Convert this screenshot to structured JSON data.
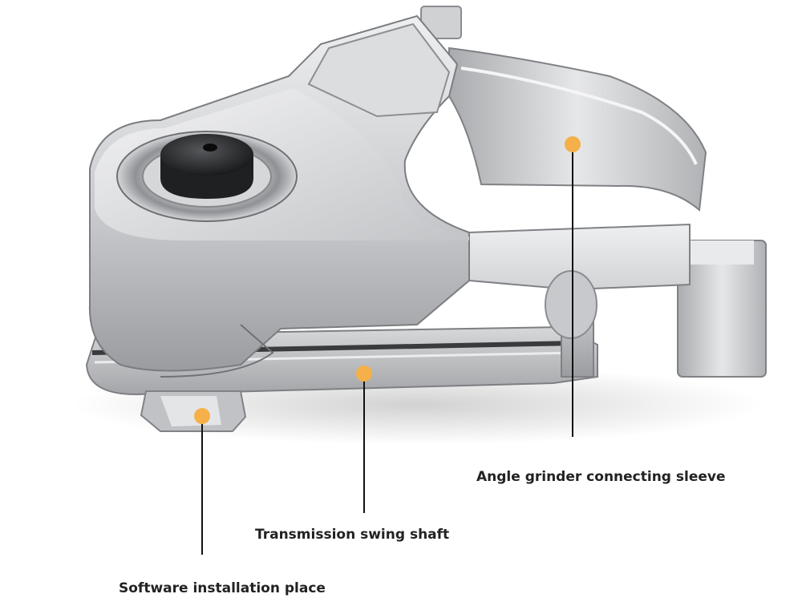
{
  "callouts": {
    "sleeve": "Angle grinder connecting sleeve",
    "shaft": "Transmission swing shaft",
    "software": "Software installation place"
  },
  "colors": {
    "marker": "#f5b04a",
    "leader_line": "#111111",
    "label_text": "#222222",
    "metal_light": "#d9dadc",
    "metal_mid": "#b8babd",
    "metal_dark": "#8e9094"
  },
  "icons": {
    "marker": "orange-dot-icon"
  }
}
